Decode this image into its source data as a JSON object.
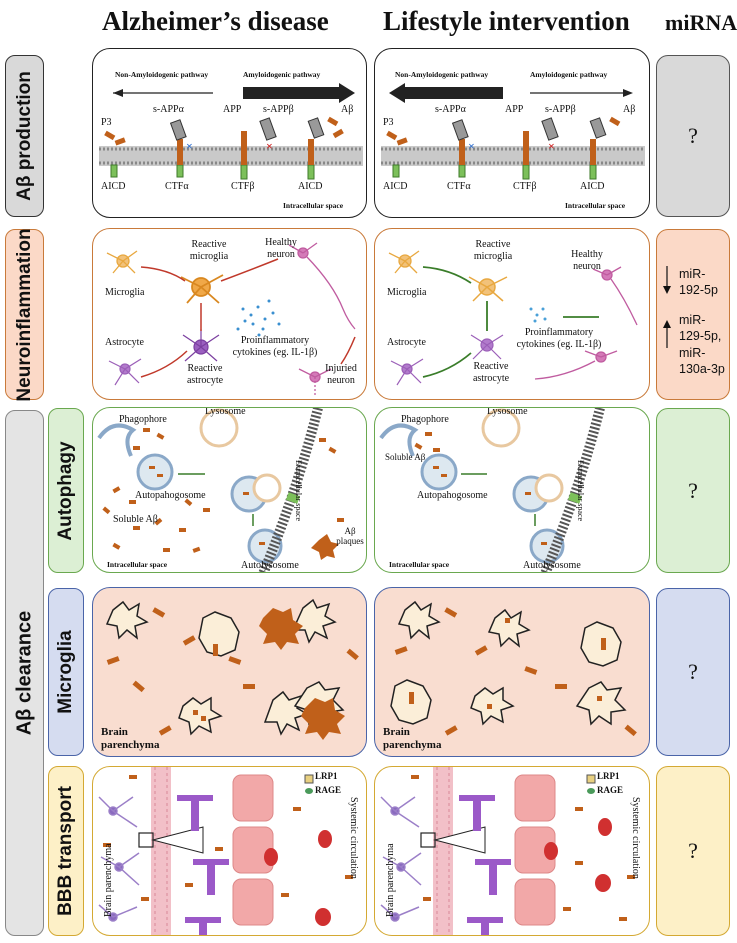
{
  "columns": {
    "alzheimers": "Alzheimer’s disease",
    "lifestyle": "Lifestyle intervention",
    "mirna": "miRNA"
  },
  "rows": {
    "abeta_production": "Aβ production",
    "neuroinflammation": "Neuroinflammation",
    "abeta_clearance": "Aβ clearance",
    "autophagy": "Autophagy",
    "microglia": "Microglia",
    "bbb_transport": "BBB transport"
  },
  "production": {
    "non_amyloid": "Non-Amyloidogenic pathway",
    "amyloid": "Amyloidogenic pathway",
    "p3": "P3",
    "sappa": "s-APPα",
    "app": "APP",
    "sappb": "s-APPβ",
    "abeta": "Aβ",
    "aicd": "AICD",
    "ctfa": "CTFα",
    "ctfb": "CTFβ",
    "intracellular": "Intracellular space"
  },
  "neuroinflammation": {
    "microglia": "Microglia",
    "reactive_microglia": "Reactive microglia",
    "astrocyte": "Astrocyte",
    "reactive_astrocyte": "Reactive astrocyte",
    "healthy_neuron": "Healthy neuron",
    "cytokines": "Proinflammatory cytokines (eg. IL-1β)",
    "injured_neuron": "Injuried neuron"
  },
  "autophagy": {
    "phagophore": "Phagophore",
    "lysosome": "Lysosome",
    "autophagosome": "Autopahogosome",
    "soluble_abeta": "Soluble Aβ",
    "autolysosome": "Autolysosome",
    "extracellular": "Extracellular space",
    "intracellular": "Intracellular space",
    "plaques": "Aβ plaques"
  },
  "microglia": {
    "parenchyma": "Brain parenchyma"
  },
  "bbb": {
    "lrp1": "LRP1",
    "rage": "RAGE",
    "brain_parenchyma": "Brain parenchyma",
    "systemic": "Systemic circulation"
  },
  "mirna": {
    "production": "?",
    "neuro_down": "miR-192-5p",
    "neuro_up": "miR-129-5p, miR-130a-3p",
    "autophagy": "?",
    "microglia": "?",
    "bbb": "?"
  },
  "colors": {
    "production": "#d9d9d9",
    "neuroinflammation": "#fbd9c7",
    "autophagy": "#dcefd4",
    "microglia": "#d5dcf0",
    "bbb": "#fdf0c7",
    "clearance": "#e4e4e4",
    "abeta": "#c0601a"
  }
}
